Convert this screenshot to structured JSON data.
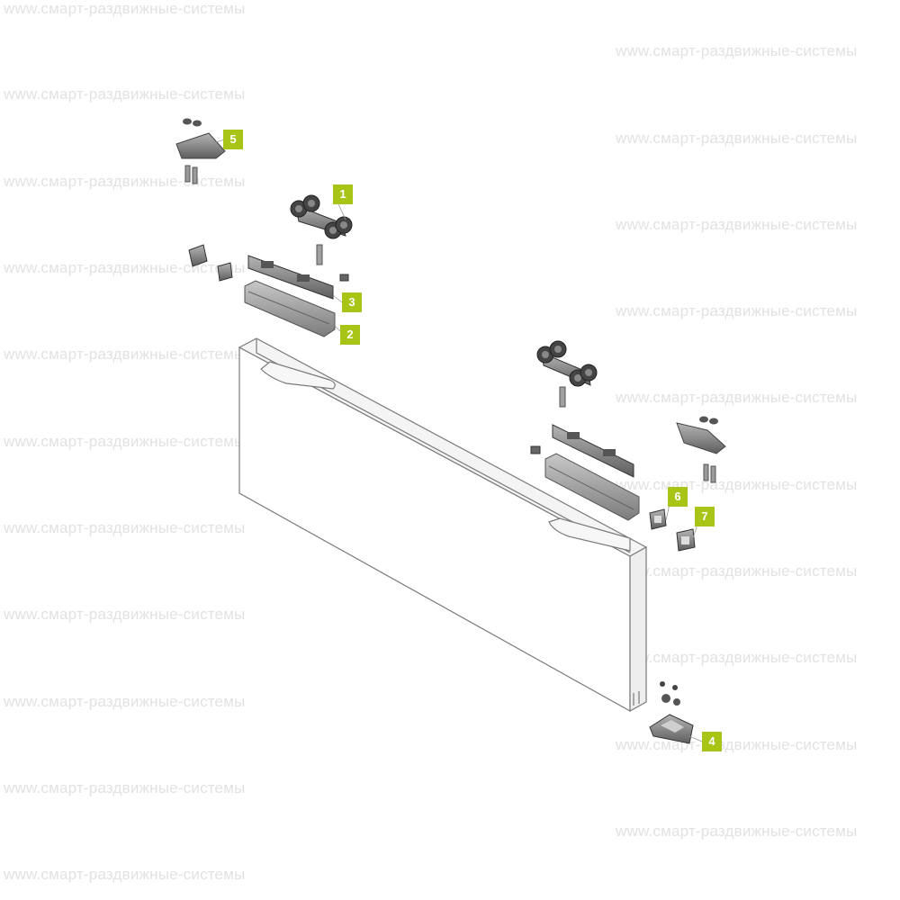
{
  "watermark": {
    "text": "www.смарт-раздвижные-системы"
  },
  "callouts": [
    {
      "id": "1",
      "label": "1"
    },
    {
      "id": "2",
      "label": "2"
    },
    {
      "id": "3",
      "label": "3"
    },
    {
      "id": "4",
      "label": "4"
    },
    {
      "id": "5",
      "label": "5"
    },
    {
      "id": "6",
      "label": "6"
    },
    {
      "id": "7",
      "label": "7"
    }
  ],
  "colors": {
    "callout": "#a8c416",
    "watermark": "#e2e2e2",
    "part_fill": "#8a8a8a",
    "part_dark": "#5a5a5a",
    "panel_stroke": "#7a7a7a"
  }
}
